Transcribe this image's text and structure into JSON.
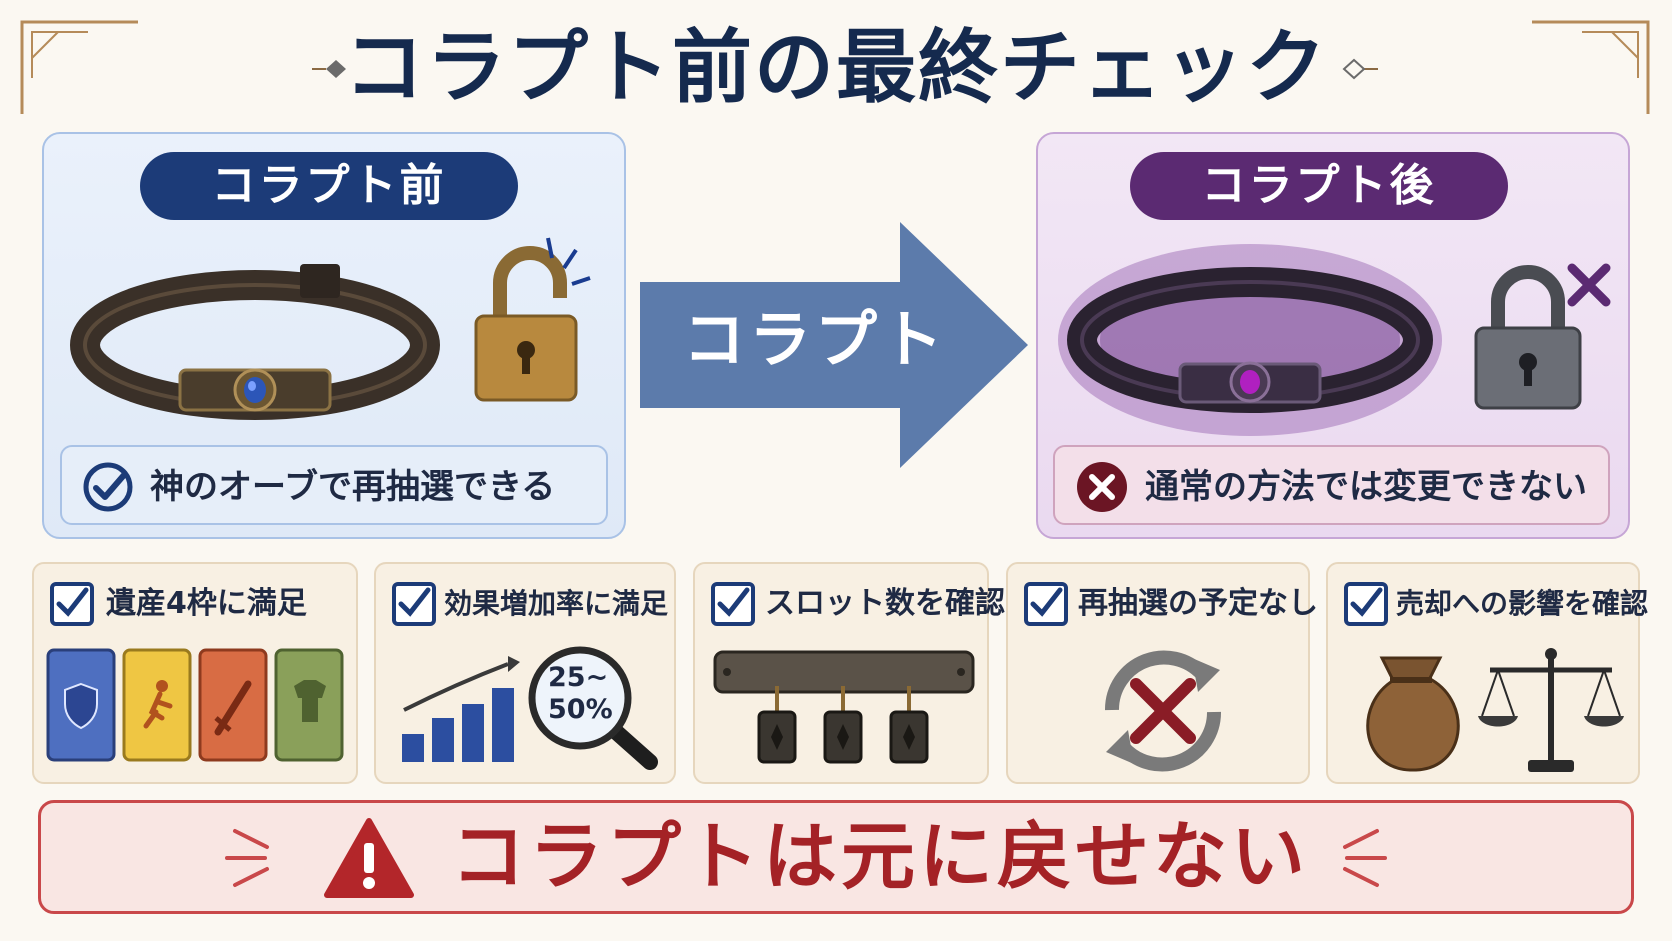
{
  "title": "コラプト前の最終チェック",
  "before": {
    "header": "コラプト前",
    "note": "神のオーブで再抽選できる",
    "lock_icon": "unlocked-padlock-icon",
    "status_icon": "check-circle-icon"
  },
  "arrow": {
    "label": "コラプト"
  },
  "after": {
    "header": "コラプト後",
    "note": "通常の方法では変更できない",
    "lock_icon": "locked-padlock-icon",
    "status_icon": "x-circle-icon"
  },
  "checklist": [
    {
      "label": "遺産4枠に満足",
      "icon": "heritage-cards-icon"
    },
    {
      "label": "効果増加率に満足",
      "icon": "magnifier-chart-icon",
      "magnifier_text_line1": "25~",
      "magnifier_text_line2": "50%"
    },
    {
      "label": "スロット数を確認",
      "icon": "slot-rack-icon"
    },
    {
      "label": "再抽選の予定なし",
      "icon": "no-reroll-icon"
    },
    {
      "label": "売却への影響を確認",
      "icon": "moneybag-scale-icon"
    }
  ],
  "warning": {
    "text": "コラプトは元に戻せない",
    "icon": "warning-triangle-icon"
  },
  "colors": {
    "navy": "#152a4e",
    "before_header": "#1c3b78",
    "after_header": "#5b2a72",
    "arrow": "#5c7bab",
    "warning": "#a42226"
  }
}
